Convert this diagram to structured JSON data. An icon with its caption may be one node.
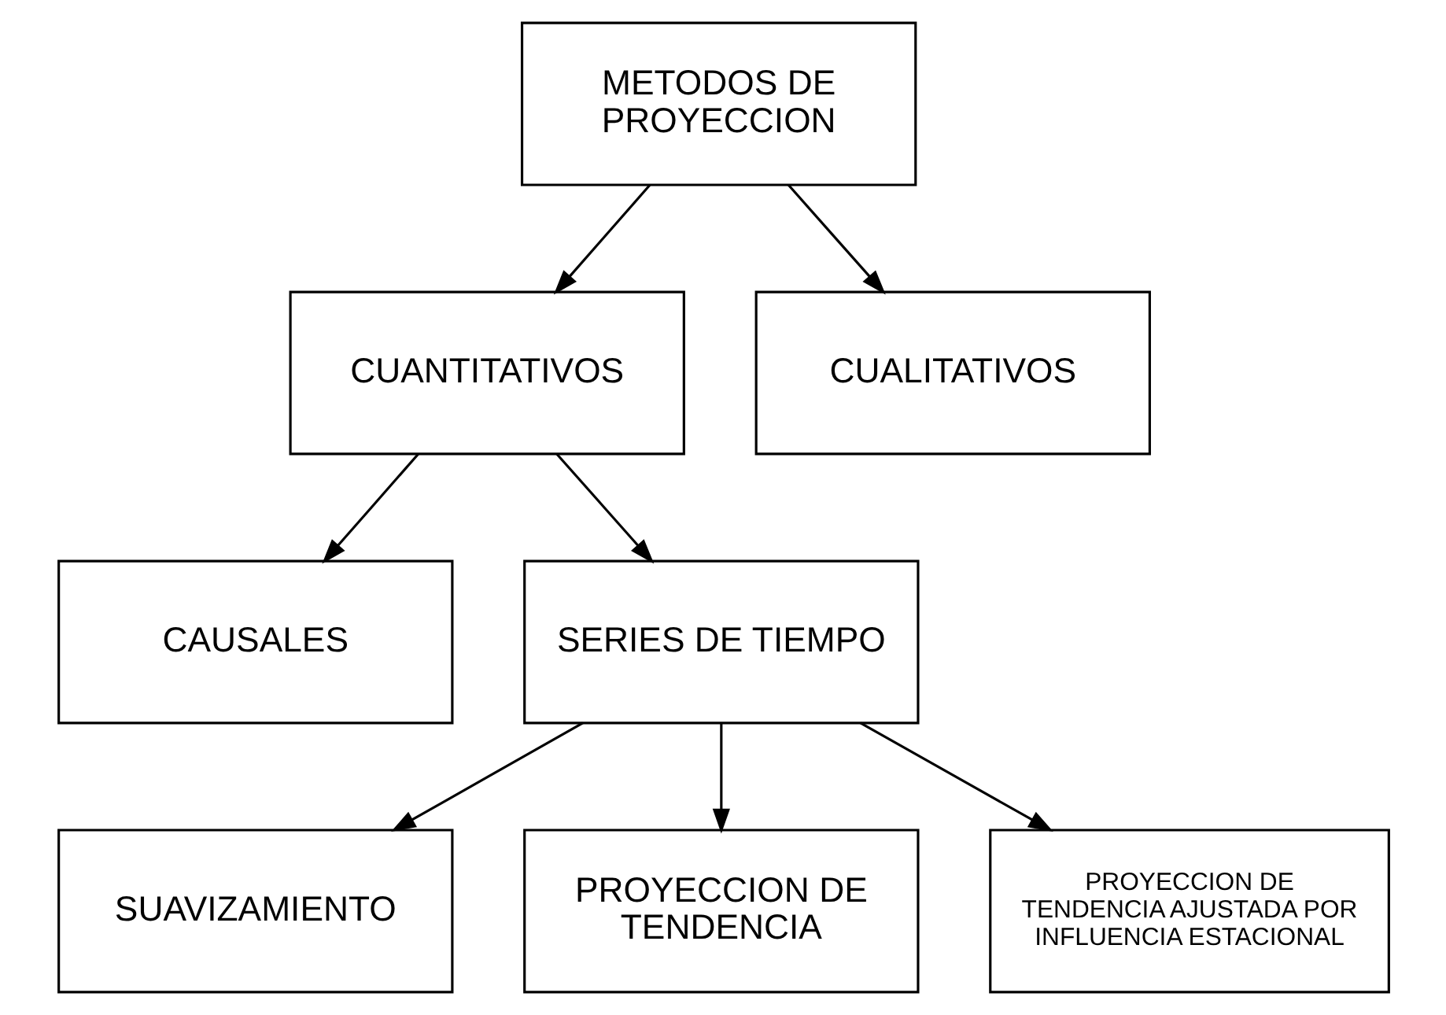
{
  "diagram": {
    "nodes": [
      {
        "text": [
          "METODOS DE PROYECCION"
        ]
      },
      {
        "text": [
          "CUANTITATIVOS"
        ]
      },
      {
        "text": [
          "CUALITATIVOS"
        ]
      },
      {
        "text": [
          "CAUSALES"
        ]
      },
      {
        "text": [
          "SERIES DE TIEMPO"
        ]
      },
      {
        "text": [
          "SUAVIZAMIENTO"
        ]
      },
      {
        "text": [
          "PROYECCION DE TENDENCIA"
        ]
      },
      {
        "text": [
          "PROYECCION DE TENDENCIA AJUSTADA POR INFLUENCIA ESTACIONAL"
        ]
      }
    ],
    "edges": [
      {
        "from": 0,
        "to": 1,
        "arrow": "to"
      },
      {
        "from": 0,
        "to": 2,
        "arrow": "to"
      },
      {
        "from": 1,
        "to": 3,
        "arrow": "to"
      },
      {
        "from": 1,
        "to": 4,
        "arrow": "to"
      },
      {
        "from": 4,
        "to": 5,
        "arrow": "to"
      },
      {
        "from": 4,
        "to": 6,
        "arrow": "to"
      },
      {
        "from": 4,
        "to": 7,
        "arrow": "to"
      }
    ]
  }
}
